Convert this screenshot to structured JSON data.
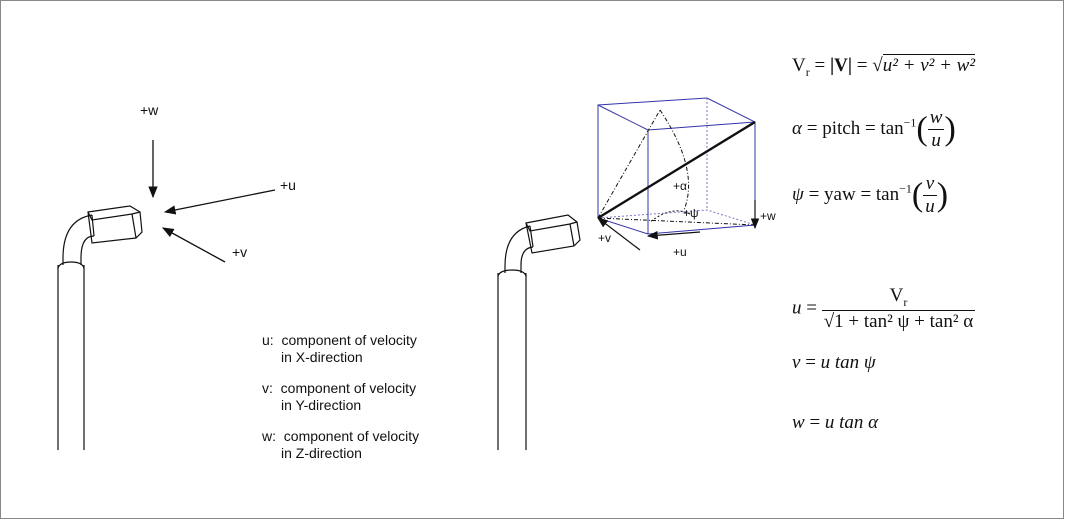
{
  "left_diagram": {
    "axis_labels": {
      "w": "+w",
      "u": "+u",
      "v": "+v"
    },
    "descriptions": [
      {
        "line1": "u:  component of velocity",
        "line2": "in X-direction"
      },
      {
        "line1": "v:  component of velocity",
        "line2": "in Y-direction"
      },
      {
        "line1": "w:  component of velocity",
        "line2": "in Z-direction"
      }
    ]
  },
  "right_diagram": {
    "axis_labels": {
      "v": "+v",
      "u": "+u",
      "w": "+w",
      "alpha": "+α",
      "psi": "+ψ"
    }
  },
  "formulas": {
    "vr": {
      "lhs": "V",
      "lhs_sub": "r",
      "mid": "|V|",
      "rhs": "u² + v² + w²"
    },
    "pitch": {
      "lhs": "α",
      "name": "pitch",
      "fn": "tan",
      "fn_sup": "−1",
      "num": "w",
      "den": "u"
    },
    "yaw": {
      "lhs": "ψ",
      "name": "yaw",
      "fn": "tan",
      "fn_sup": "−1",
      "num": "v",
      "den": "u"
    },
    "u": {
      "lhs": "u",
      "num": "V",
      "num_sub": "r",
      "den": "1 + tan² ψ + tan² α"
    },
    "v": {
      "lhs": "v",
      "rhs": "u tan ψ"
    },
    "w": {
      "lhs": "w",
      "rhs": "u tan α"
    }
  }
}
